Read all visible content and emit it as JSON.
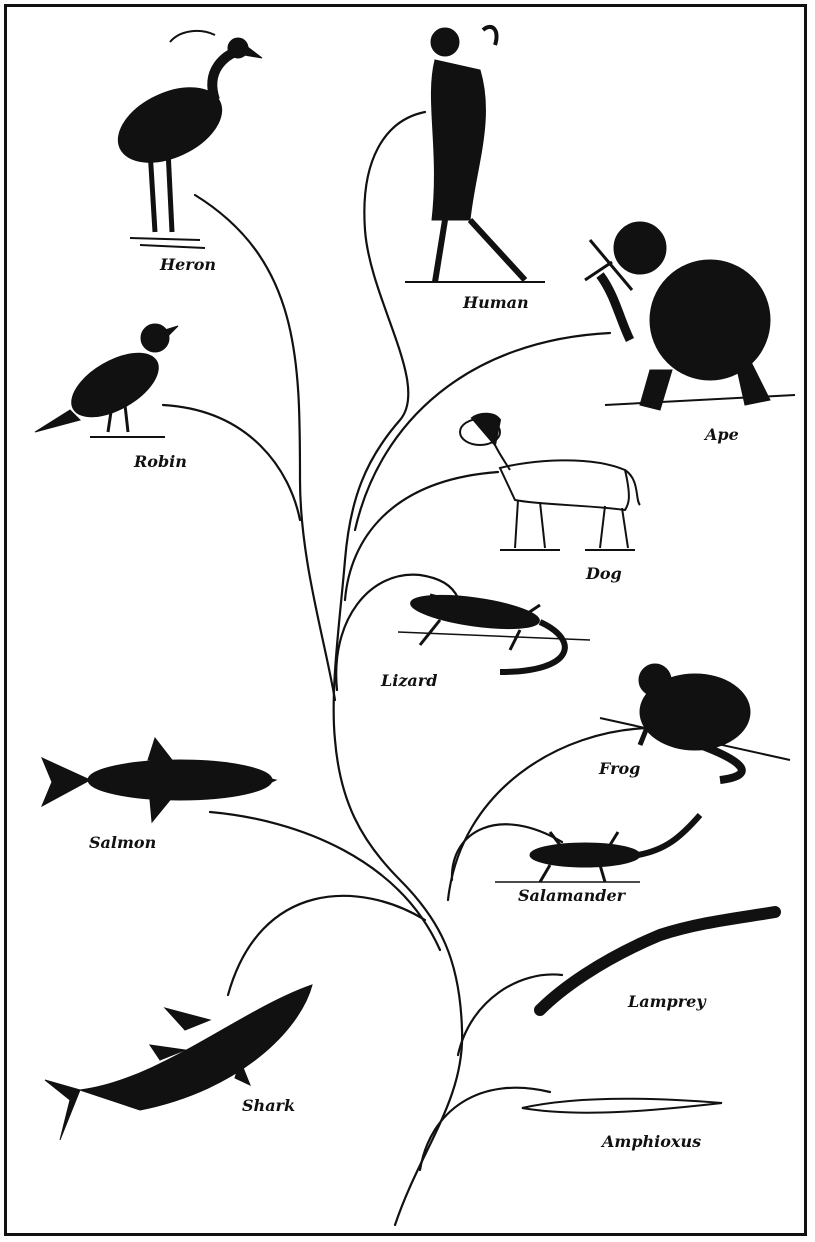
{
  "figure": {
    "colors": {
      "ink": "#111111",
      "paper": "#ffffff"
    },
    "animals": [
      {
        "key": "heron",
        "label": "Heron",
        "icon": "heron-icon"
      },
      {
        "key": "human",
        "label": "Human",
        "icon": "human-icon"
      },
      {
        "key": "robin",
        "label": "Robin",
        "icon": "robin-icon"
      },
      {
        "key": "ape",
        "label": "Ape",
        "icon": "ape-icon"
      },
      {
        "key": "dog",
        "label": "Dog",
        "icon": "dog-icon"
      },
      {
        "key": "lizard",
        "label": "Lizard",
        "icon": "lizard-icon"
      },
      {
        "key": "frog",
        "label": "Frog",
        "icon": "frog-icon"
      },
      {
        "key": "salmon",
        "label": "Salmon",
        "icon": "salmon-icon"
      },
      {
        "key": "salamander",
        "label": "Salamander",
        "icon": "salamander-icon"
      },
      {
        "key": "lamprey",
        "label": "Lamprey",
        "icon": "lamprey-icon"
      },
      {
        "key": "shark",
        "label": "Shark",
        "icon": "shark-icon"
      },
      {
        "key": "amphioxus",
        "label": "Amphioxus",
        "icon": "amphioxus-icon"
      }
    ]
  }
}
